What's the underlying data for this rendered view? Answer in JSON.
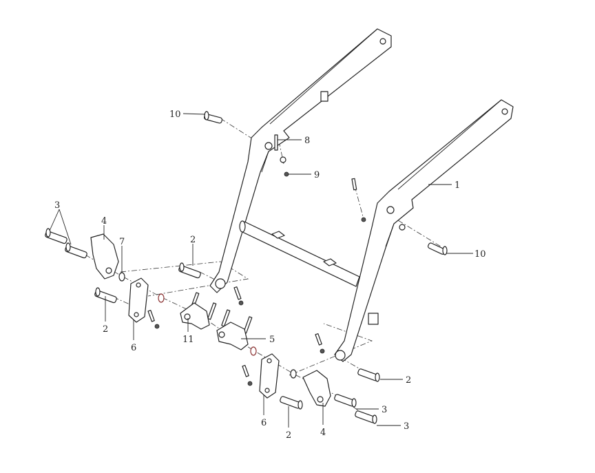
{
  "diagram": {
    "callouts": {
      "c10_top": "10",
      "c8": "8",
      "c9": "9",
      "c1": "1",
      "c10_right": "10",
      "c3_left": "3",
      "c4_left": "4",
      "c7": "7",
      "c2_upper": "2",
      "c2_left": "2",
      "c6_left": "6",
      "c11": "11",
      "c5": "5",
      "c2_right": "2",
      "c3_right_a": "3",
      "c3_right_b": "3",
      "c6_right": "6",
      "c2_bottom": "2",
      "c4_right": "4"
    }
  }
}
